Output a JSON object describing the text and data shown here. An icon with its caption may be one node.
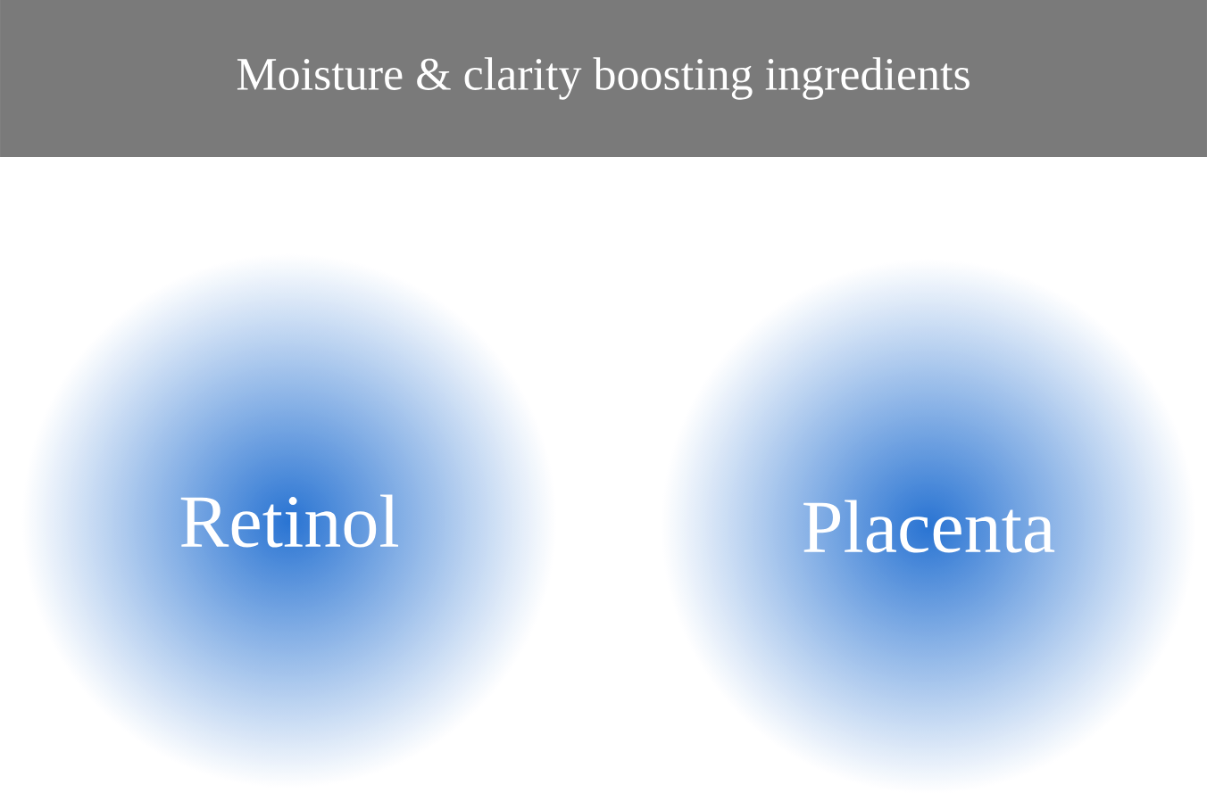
{
  "diagram": {
    "title": "Moisture & clarity boosting ingredients",
    "nodes": [
      {
        "text": [
          "Retinol"
        ]
      },
      {
        "text": [
          "Placenta"
        ]
      }
    ]
  }
}
